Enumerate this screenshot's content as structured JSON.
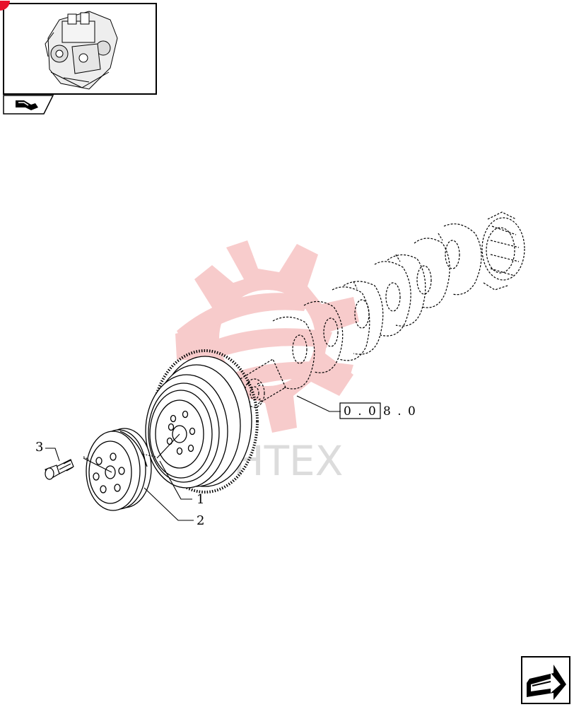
{
  "callouts": [
    {
      "id": "1",
      "label": "1"
    },
    {
      "id": "2",
      "label": "2"
    },
    {
      "id": "3",
      "label": "3"
    }
  ],
  "reference": {
    "boxed": "0 . 0",
    "rest": "8 . 0"
  },
  "watermark": {
    "text": "HTEX",
    "color": "#f7c6c6"
  },
  "icons": {
    "thumbnail": "engine-thumbnail",
    "tab": "book-page-icon",
    "nav": "next-page-arrow-icon"
  },
  "colors": {
    "accent": "#e8102a",
    "line": "#000000"
  }
}
